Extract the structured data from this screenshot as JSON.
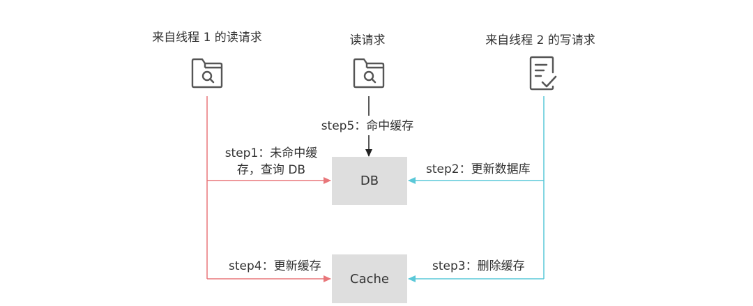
{
  "actors": {
    "read1": {
      "label": "来自线程 1 的读请求",
      "icon": "folder-search-icon"
    },
    "read2": {
      "label": "读请求",
      "icon": "folder-search-icon"
    },
    "write2": {
      "label": "来自线程 2 的写请求",
      "icon": "document-check-icon"
    }
  },
  "nodes": {
    "db": "DB",
    "cache": "Cache"
  },
  "steps": {
    "step1_line1": "step1：未命中缓",
    "step1_line2": "存，查询 DB",
    "step2": "step2：更新数据库",
    "step3": "step3：删除缓存",
    "step4": "step4：更新缓存",
    "step5": "step5：命中缓存"
  },
  "colors": {
    "read_thread": "#e8767a",
    "write_thread": "#5ac8d8",
    "hit_arrow": "#222222",
    "box_fill": "#dedede",
    "icon_stroke": "#555555"
  }
}
